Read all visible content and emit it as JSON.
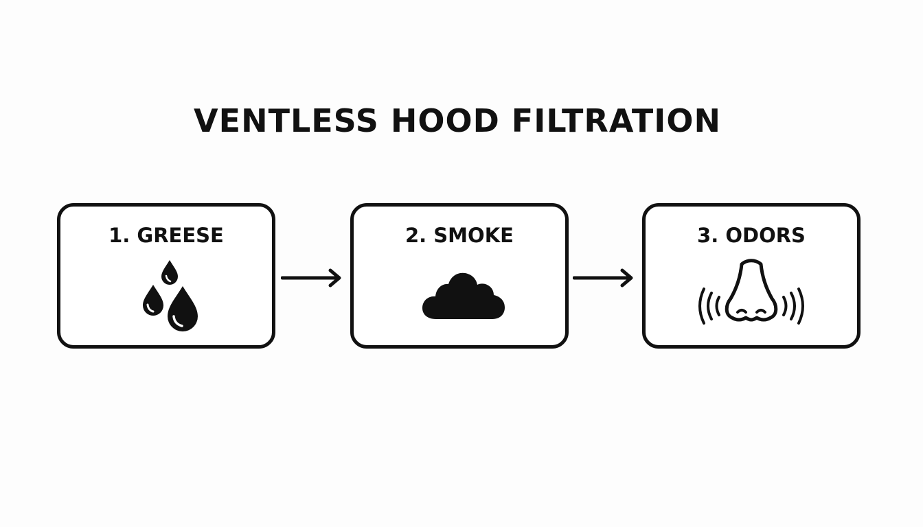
{
  "diagram": {
    "title": "VENTLESS HOOD FILTRATION",
    "steps": [
      {
        "label": "1. GREESE",
        "icon": "droplets-icon"
      },
      {
        "label": "2. SMOKE",
        "icon": "cloud-icon"
      },
      {
        "label": "3. ODORS",
        "icon": "nose-smell-icon"
      }
    ],
    "colors": {
      "ink": "#111111",
      "background": "#fdfdfd",
      "box_fill": "#ffffff"
    }
  }
}
